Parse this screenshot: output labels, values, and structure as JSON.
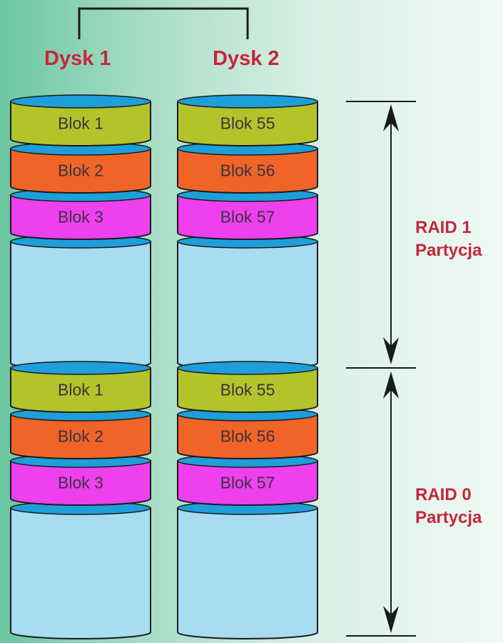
{
  "disks": [
    {
      "label": "Dysk 1"
    },
    {
      "label": "Dysk 2"
    }
  ],
  "partitions": [
    {
      "name": "raid1",
      "label_line1": "RAID 1",
      "label_line2": "Partycja",
      "blocks": [
        {
          "disk1": "Blok 1",
          "disk2": "Blok 55",
          "color": "#b3c42a"
        },
        {
          "disk1": "Blok 2",
          "disk2": "Blok 56",
          "color": "#f06427"
        },
        {
          "disk1": "Blok 3",
          "disk2": "Blok 57",
          "color": "#ee40ee"
        }
      ]
    },
    {
      "name": "raid0",
      "label_line1": "RAID 0",
      "label_line2": "Partycja",
      "blocks": [
        {
          "disk1": "Blok 1",
          "disk2": "Blok 55",
          "color": "#b3c42a"
        },
        {
          "disk1": "Blok 2",
          "disk2": "Blok 56",
          "color": "#f06427"
        },
        {
          "disk1": "Blok 3",
          "disk2": "Blok 57",
          "color": "#ee40ee"
        }
      ]
    }
  ],
  "colors": {
    "empty_fill": "#a7dcf3",
    "cap_fill": "#1e9fd9",
    "outline": "#1a1a1a",
    "label_red": "#c8253b"
  }
}
